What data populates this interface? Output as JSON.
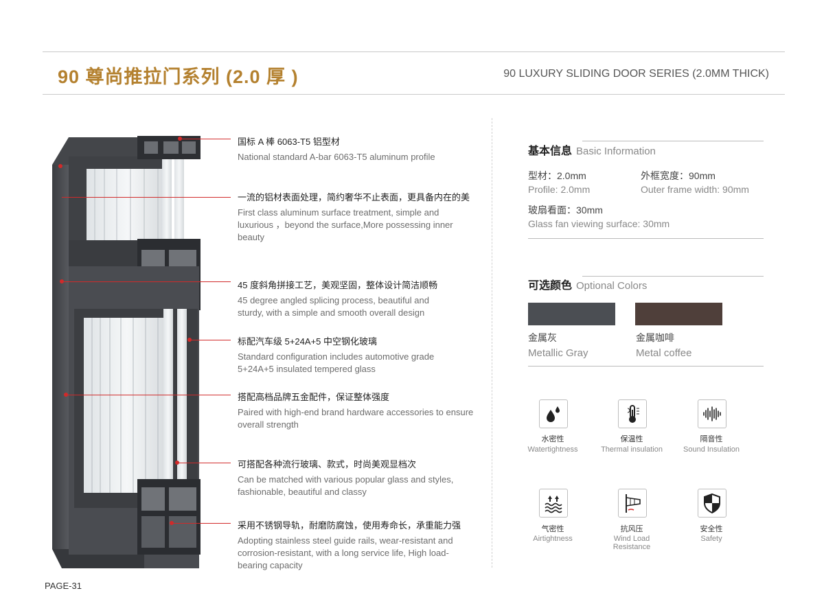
{
  "header": {
    "title_cn": "90 尊尚推拉门系列 (2.0 厚 )",
    "title_en": "90 LUXURY SLIDING DOOR SERIES (2.0MM THICK)"
  },
  "features": [
    {
      "cn": "国标 A 棒 6063-T5 铝型材",
      "en": "National standard A-bar 6063-T5 aluminum profile"
    },
    {
      "cn": "一流的铝材表面处理，简约奢华不止表面，更具备内在的美",
      "en": "First class aluminum surface treatment, simple and luxurious ，beyond the surface,More possessing inner beauty"
    },
    {
      "cn": "45 度斜角拼接工艺，美观坚固，整体设计简洁顺畅",
      "en": "45 degree angled splicing process, beautiful and sturdy, with a simple and smooth overall design"
    },
    {
      "cn": "标配汽车级 5+24A+5 中空钢化玻璃",
      "en": "Standard configuration includes automotive grade 5+24A+5 insulated tempered glass"
    },
    {
      "cn": "搭配高档品牌五金配件，保证整体强度",
      "en": "Paired with high-end brand hardware accessories to ensure overall strength"
    },
    {
      "cn": "可搭配各种流行玻璃、款式，时尚美观显档次",
      "en": "Can be matched with various popular glass and styles, fashionable, beautiful and classy"
    },
    {
      "cn": "采用不锈钢导轨，耐磨防腐蚀，使用寿命长，承重能力强",
      "en": "Adopting stainless steel guide rails, wear-resistant and corrosion-resistant, with a long service life, High load-bearing capacity"
    }
  ],
  "basic_info": {
    "heading_cn": "基本信息",
    "heading_en": "Basic Information",
    "specs": [
      {
        "cn": "型材：2.0mm",
        "en": "Profile: 2.0mm"
      },
      {
        "cn": "外框宽度：90mm",
        "en": "Outer frame width: 90mm"
      },
      {
        "cn": "玻扇看面：30mm",
        "en": "Glass fan viewing surface: 30mm"
      }
    ]
  },
  "colors": {
    "heading_cn": "可选颜色",
    "heading_en": "Optional Colors",
    "options": [
      {
        "cn": "金属灰",
        "en": "Metallic Gray",
        "hex": "#4b4e53"
      },
      {
        "cn": "金属咖啡",
        "en": "Metal coffee",
        "hex": "#4f3f3a"
      }
    ]
  },
  "properties": [
    {
      "cn": "水密性",
      "en": "Watertightness",
      "icon": "water-drops-icon"
    },
    {
      "cn": "保温性",
      "en": "Thermal insulation",
      "icon": "thermometer-icon"
    },
    {
      "cn": "隔音性",
      "en": "Sound Insulation",
      "icon": "sound-wave-icon"
    },
    {
      "cn": "气密性",
      "en": "Airtightness",
      "icon": "air-waves-icon"
    },
    {
      "cn": "抗风压",
      "en": "Wind Load Resistance",
      "icon": "windsock-icon"
    },
    {
      "cn": "安全性",
      "en": "Safety",
      "icon": "shield-icon"
    }
  ],
  "footer": {
    "page": "PAGE-31"
  },
  "theme": {
    "accent": "#b4812f",
    "callout": "#d12a2a"
  }
}
